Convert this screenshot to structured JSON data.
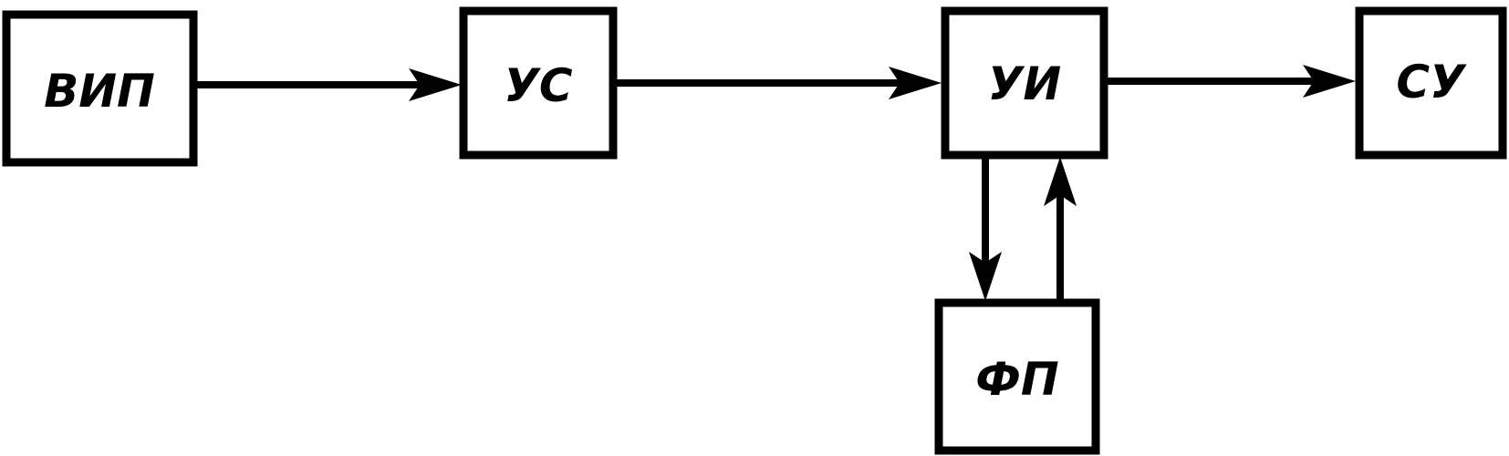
{
  "diagram": {
    "blocks": {
      "vip": "ВИП",
      "us": "УС",
      "ui": "УИ",
      "su": "СУ",
      "fp": "ФП"
    },
    "connections": [
      {
        "from": "ВИП",
        "to": "УС"
      },
      {
        "from": "УС",
        "to": "УИ"
      },
      {
        "from": "УИ",
        "to": "СУ"
      },
      {
        "from": "УИ",
        "to": "ФП"
      },
      {
        "from": "ФП",
        "to": "УИ"
      }
    ],
    "colors": {
      "stroke": "#000000",
      "background": "#ffffff"
    }
  }
}
